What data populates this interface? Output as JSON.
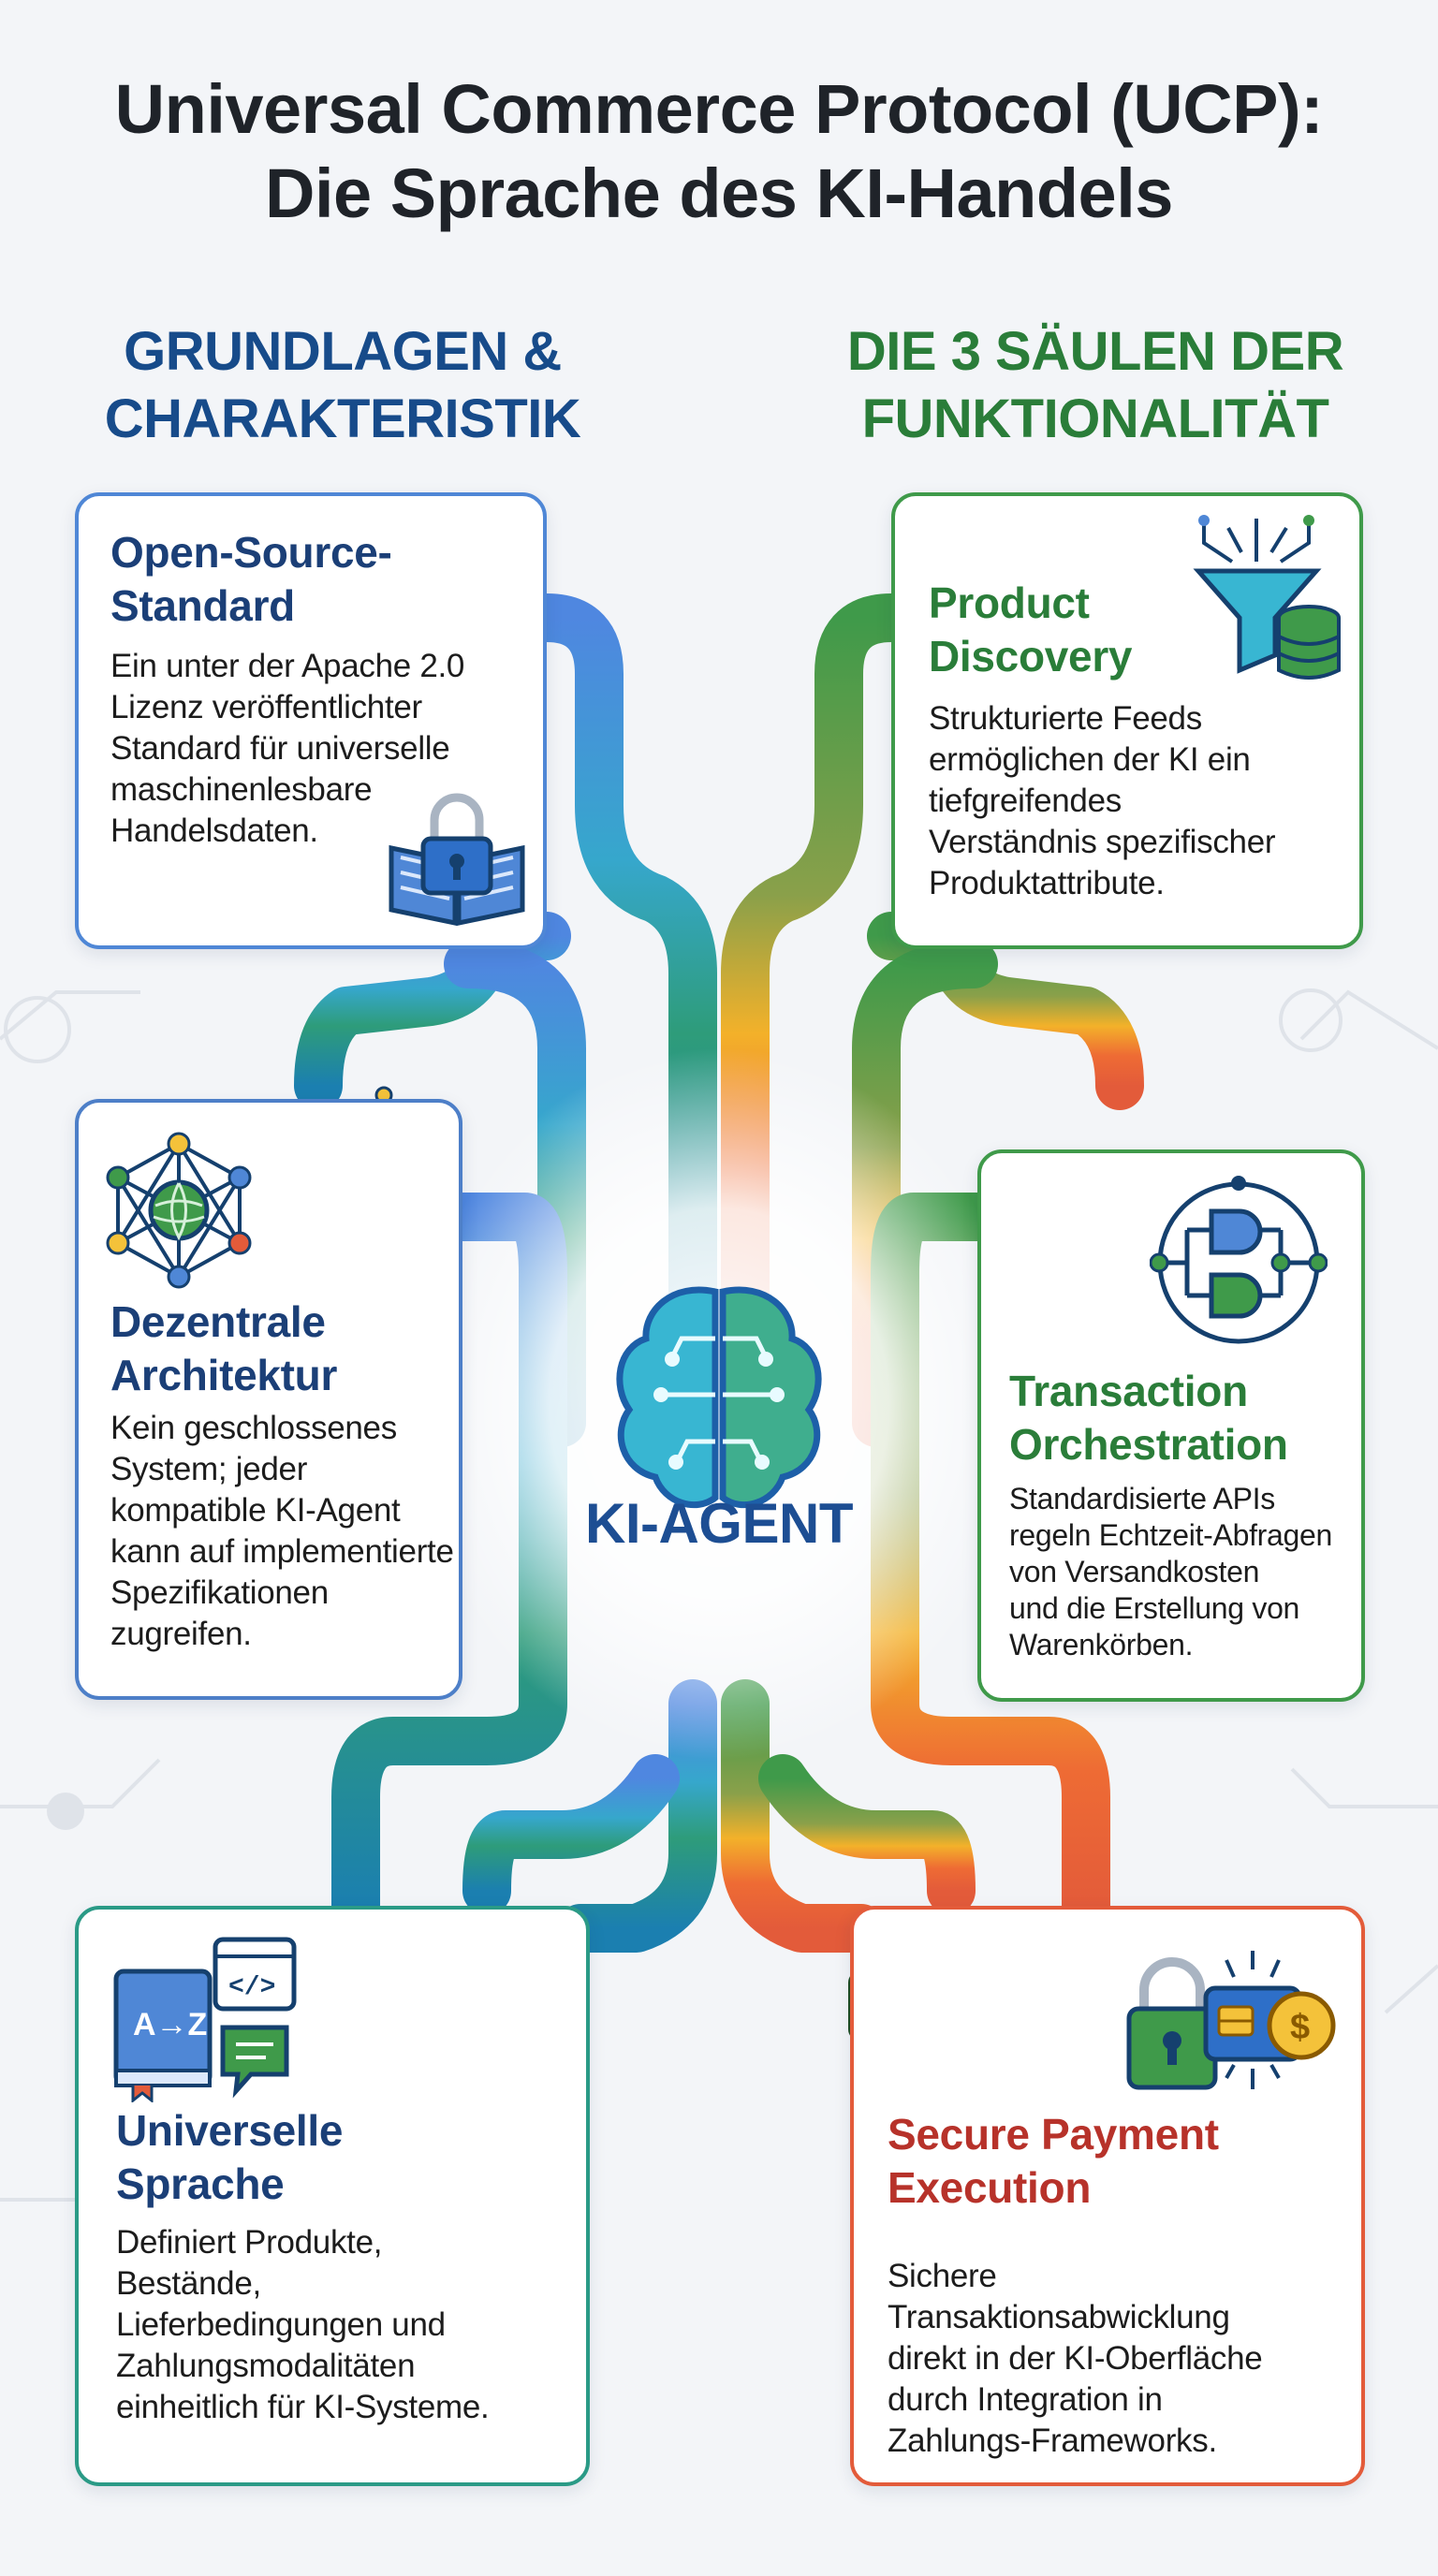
{
  "title": {
    "line1": "Universal Commerce Protocol (UCP):",
    "line2": "Die Sprache des KI-Handels"
  },
  "columns": {
    "left": {
      "line1": "GRUNDLAGEN &",
      "line2": "CHARAKTERISTIK"
    },
    "right": {
      "line1": "DIE 3 SÄULEN DER",
      "line2": "FUNKTIONALITÄT"
    }
  },
  "center": {
    "label": "KI-AGENT",
    "icon": "brain-circuit-icon"
  },
  "cards": {
    "open_source": {
      "title": [
        "Open-Source-",
        "Standard"
      ],
      "text": [
        "Ein unter der Apache 2.0",
        "Lizenz veröffentlichter",
        "Standard für universelle",
        "maschinenlesbare",
        "Handelsdaten."
      ],
      "icon": "book-lock-icon"
    },
    "dezentral": {
      "title": [
        "Dezentrale",
        "Architektur"
      ],
      "text": [
        "Kein geschlossenes",
        "System; jeder",
        "kompatible KI-Agent",
        "kann auf implementierte",
        "Spezifikationen",
        "zugreifen."
      ],
      "icon": "network-globe-icon"
    },
    "universell": {
      "title": [
        "Universelle",
        "Sprache"
      ],
      "text": [
        "Definiert Produkte,",
        "Bestände,",
        "Lieferbedingungen und",
        "Zahlungsmodalitäten",
        "einheitlich für KI-Systeme."
      ],
      "icon": "dictionary-code-icon"
    },
    "product": {
      "title": [
        "Product",
        "Discovery"
      ],
      "text": [
        "Strukturierte Feeds",
        "ermöglichen der KI ein",
        "tiefgreifendes",
        "Verständnis spezifischer",
        "Produktattribute."
      ],
      "icon": "funnel-database-icon"
    },
    "transaction": {
      "title": [
        "Transaction",
        "Orchestration"
      ],
      "text": [
        "Standardisierte APIs",
        "regeln Echtzeit-Abfragen",
        "von Versandkosten",
        "und die Erstellung von",
        "Warenkörben."
      ],
      "icon": "logic-circuit-icon"
    },
    "payment": {
      "title": [
        "Secure Payment",
        "Execution"
      ],
      "text": [
        "Sichere",
        "Transaktionsabwicklung",
        "direkt in der KI-Oberfläche",
        "durch Integration in",
        "Zahlungs-Frameworks."
      ],
      "icon": "lock-card-coin-icon"
    }
  },
  "colors": {
    "blue": "#4f87d6",
    "teal": "#2fa6c4",
    "green": "#3f9a4a",
    "olive": "#8aa04a",
    "orange": "#f3a62a",
    "red": "#e35b3a",
    "navy": "#1b3f77"
  }
}
